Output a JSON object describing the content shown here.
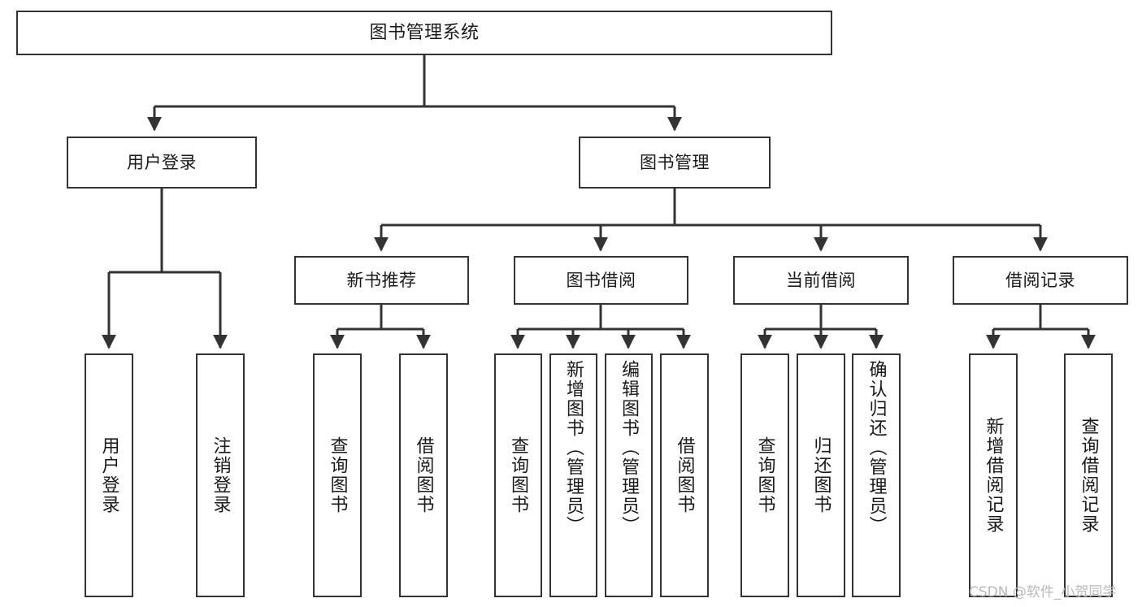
{
  "diagram": {
    "title": "图书管理系统",
    "type": "tree-hierarchy-diagram",
    "colors": {
      "node_border": "#333333",
      "node_fill": "#ffffff",
      "edge": "#333333",
      "background": "#ffffff",
      "watermark": "#b9b9b9"
    },
    "root": {
      "id": "root",
      "label": "图书管理系统"
    },
    "level2": [
      {
        "id": "user-login",
        "label": "用户登录"
      },
      {
        "id": "book-management",
        "label": "图书管理"
      }
    ],
    "level3": [
      {
        "id": "new-book-recommend",
        "label": "新书推荐"
      },
      {
        "id": "book-borrow",
        "label": "图书借阅"
      },
      {
        "id": "current-borrow",
        "label": "当前借阅"
      },
      {
        "id": "borrow-record",
        "label": "借阅记录"
      }
    ],
    "leaves": {
      "user_login": [
        {
          "id": "leaf-user-login",
          "label": "用户登录"
        },
        {
          "id": "leaf-logout-login",
          "label": "注销登录"
        }
      ],
      "new_book_recommend": [
        {
          "id": "leaf-query-book-1",
          "label": "查询图书"
        },
        {
          "id": "leaf-borrow-book-1",
          "label": "借阅图书"
        }
      ],
      "book_borrow": [
        {
          "id": "leaf-query-book-2",
          "label": "查询图书"
        },
        {
          "id": "leaf-add-book",
          "label": "新增图书（管理员）"
        },
        {
          "id": "leaf-edit-book",
          "label": "编辑图书（管理员）"
        },
        {
          "id": "leaf-borrow-book-2",
          "label": "借阅图书"
        }
      ],
      "current_borrow": [
        {
          "id": "leaf-query-book-3",
          "label": "查询图书"
        },
        {
          "id": "leaf-return-book",
          "label": "归还图书"
        },
        {
          "id": "leaf-confirm-return",
          "label": "确认归还（管理员）"
        }
      ],
      "borrow_record": [
        {
          "id": "leaf-add-record",
          "label": "新增借阅记录"
        },
        {
          "id": "leaf-query-record",
          "label": "查询借阅记录"
        }
      ]
    }
  },
  "watermark": {
    "text": "CSDN @软件_小贺同学"
  }
}
